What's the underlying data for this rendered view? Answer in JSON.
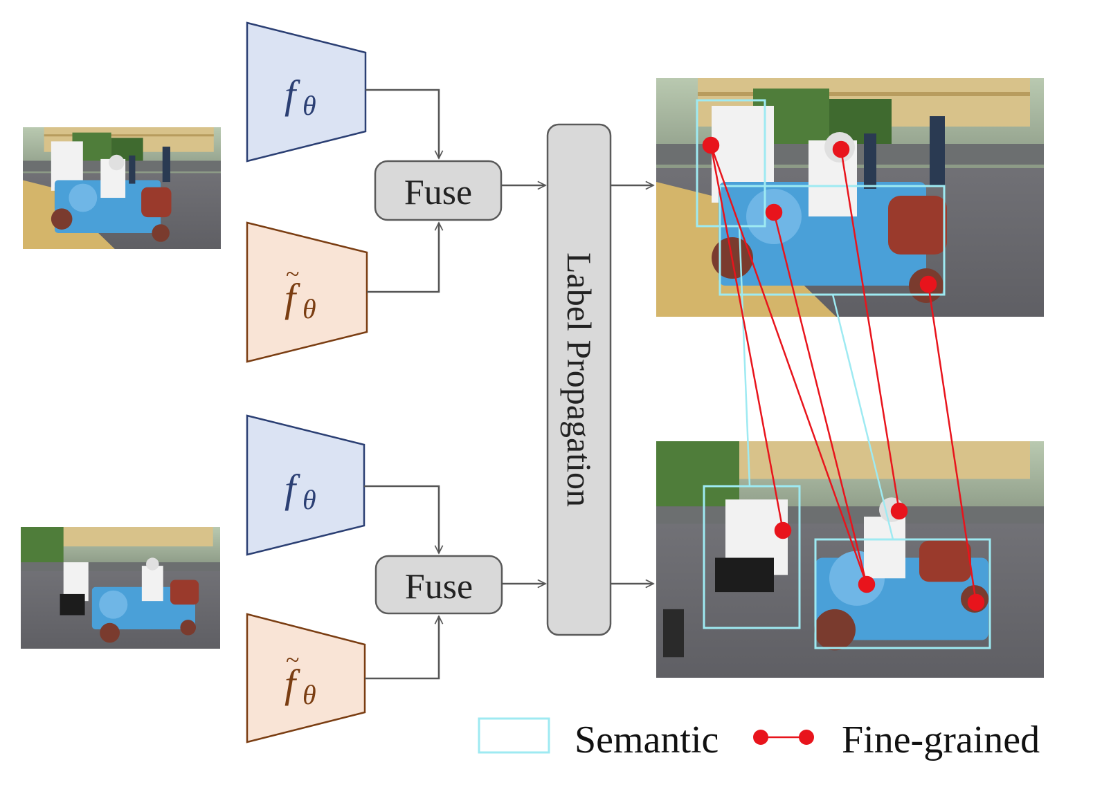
{
  "encoders": [
    {
      "symbol": "f",
      "subscript": "θ",
      "tilde": false,
      "color": "blue"
    },
    {
      "symbol": "f",
      "subscript": "θ",
      "tilde": true,
      "color": "orange"
    },
    {
      "symbol": "f",
      "subscript": "θ",
      "tilde": false,
      "color": "blue"
    },
    {
      "symbol": "f",
      "subscript": "θ",
      "tilde": true,
      "color": "orange"
    }
  ],
  "fuse_label": "Fuse",
  "propagation_label": "Label Propagation",
  "legend": {
    "semantic_label": "Semantic",
    "finegrained_label": "Fine-grained"
  },
  "colors": {
    "encoder_blue_fill": "#dbe3f3",
    "encoder_blue_stroke": "#2b3f73",
    "encoder_orange_fill": "#f9e4d6",
    "encoder_orange_stroke": "#7a3d12",
    "box_fill": "#d9d9d9",
    "box_stroke": "#5a5a5a",
    "arrow": "#555555",
    "semantic": "#9eeaf2",
    "finegrained": "#e8141c"
  }
}
